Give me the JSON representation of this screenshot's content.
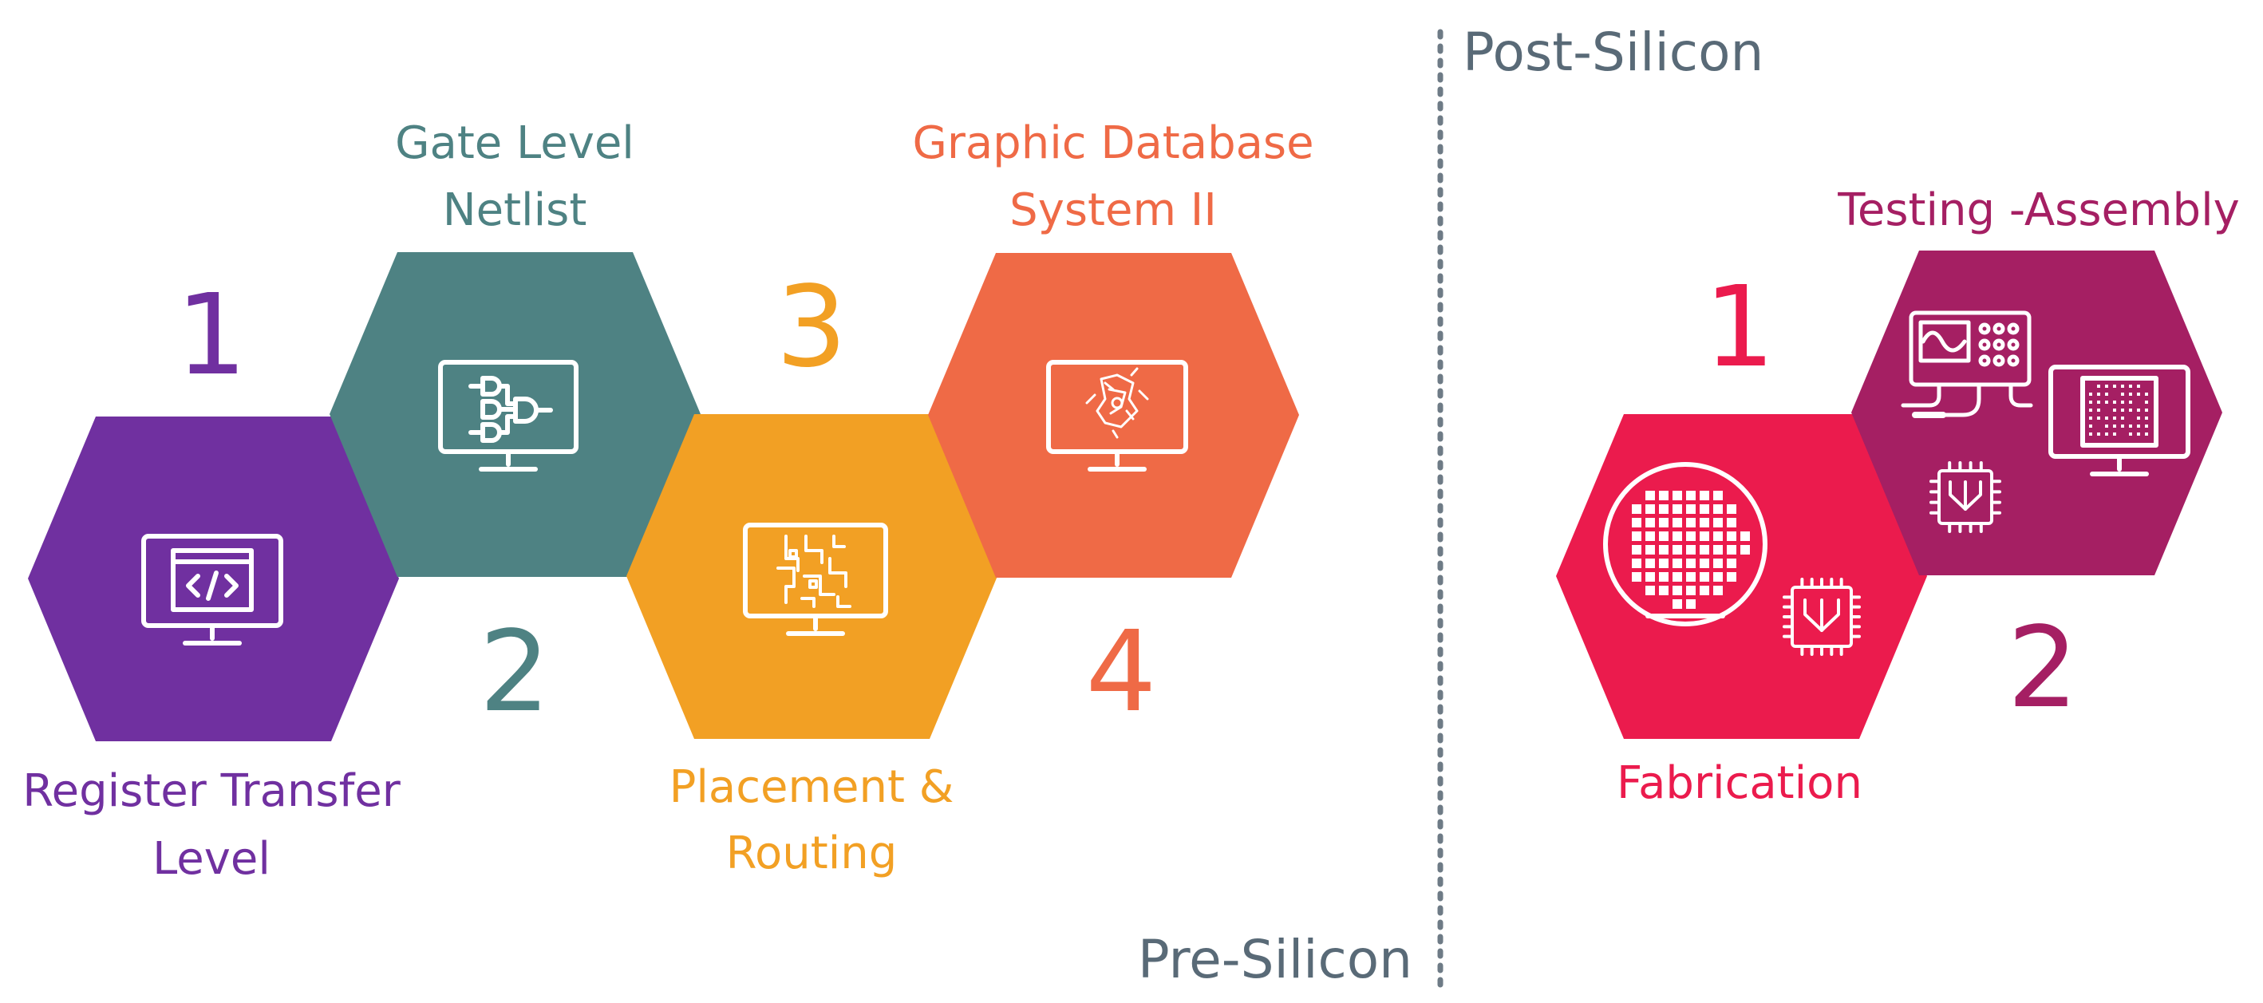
{
  "pre_silicon": {
    "section_label": "Pre-Silicon",
    "steps": [
      {
        "number": "1",
        "label_lines": [
          "Register Transfer",
          "Level"
        ],
        "color": "#7030A0",
        "icon": "code-monitor-icon"
      },
      {
        "number": "2",
        "label_lines": [
          "Gate Level",
          "Netlist"
        ],
        "color": "#4E8283",
        "icon": "logic-gates-monitor-icon"
      },
      {
        "number": "3",
        "label_lines": [
          "Placement &",
          "Routing"
        ],
        "color": "#F2A024",
        "icon": "circuit-routing-monitor-icon"
      },
      {
        "number": "4",
        "label_lines": [
          "Graphic Database",
          "System II"
        ],
        "color": "#EF6A46",
        "icon": "layout-monitor-icon"
      }
    ]
  },
  "post_silicon": {
    "section_label": "Post-Silicon",
    "steps": [
      {
        "number": "1",
        "label_lines": [
          "Fabrication"
        ],
        "color": "#EB1B4D",
        "icon": "wafer-icon"
      },
      {
        "number": "2",
        "label_lines": [
          "Testing -Assembly"
        ],
        "color": "#A51F63",
        "icon": "oscilloscope-icon"
      }
    ]
  },
  "colors": {
    "section_label": "#596A77",
    "divider": "#6E7B86",
    "icon_stroke": "#FFFFFF"
  }
}
